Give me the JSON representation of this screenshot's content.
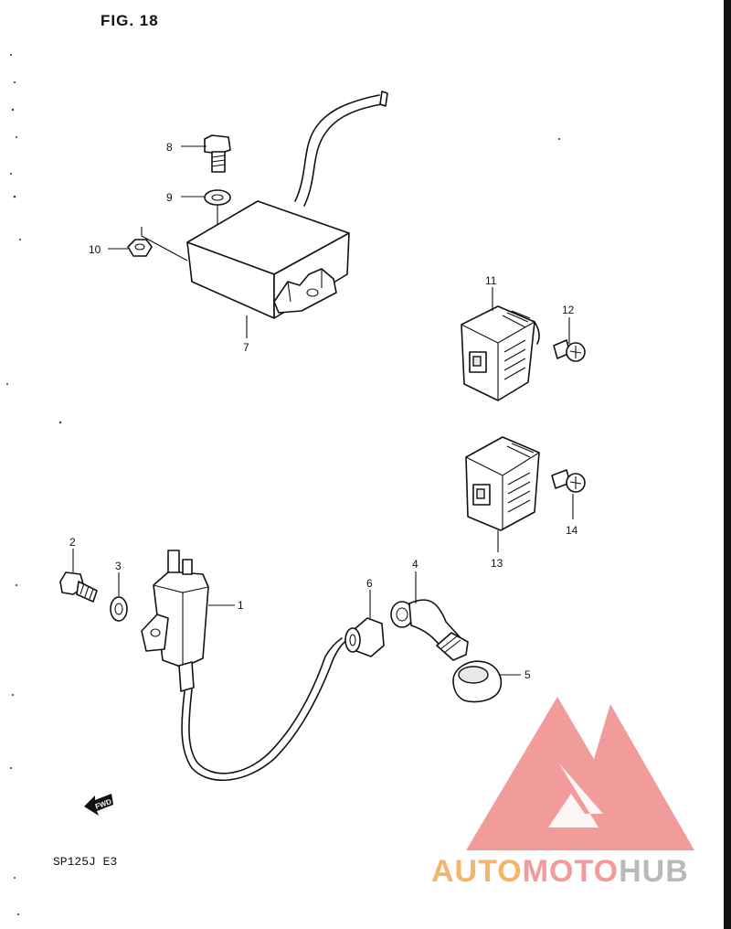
{
  "figure": {
    "title": "FIG. 18",
    "model_code": "SP125J  E3",
    "direction_label": "FWD"
  },
  "parts": [
    {
      "number": "1",
      "icon": "ignition-coil"
    },
    {
      "number": "2",
      "icon": "bolt"
    },
    {
      "number": "3",
      "icon": "washer"
    },
    {
      "number": "4",
      "icon": "spark-plug-cap"
    },
    {
      "number": "5",
      "icon": "cap-cover"
    },
    {
      "number": "6",
      "icon": "seal"
    },
    {
      "number": "7",
      "icon": "cdi-unit"
    },
    {
      "number": "8",
      "icon": "bolt"
    },
    {
      "number": "9",
      "icon": "washer"
    },
    {
      "number": "10",
      "icon": "nut"
    },
    {
      "number": "11",
      "icon": "regulator-rectifier"
    },
    {
      "number": "12",
      "icon": "screw"
    },
    {
      "number": "13",
      "icon": "regulator-rectifier"
    },
    {
      "number": "14",
      "icon": "screw"
    }
  ],
  "watermark": {
    "part1": "AUTO",
    "part2": "MOTO",
    "part3": "HUB",
    "colors": {
      "auto": "#f6b36b",
      "moto": "#f39a9a",
      "hub": "#b9b9b9",
      "logo": "#f08a8a"
    }
  }
}
